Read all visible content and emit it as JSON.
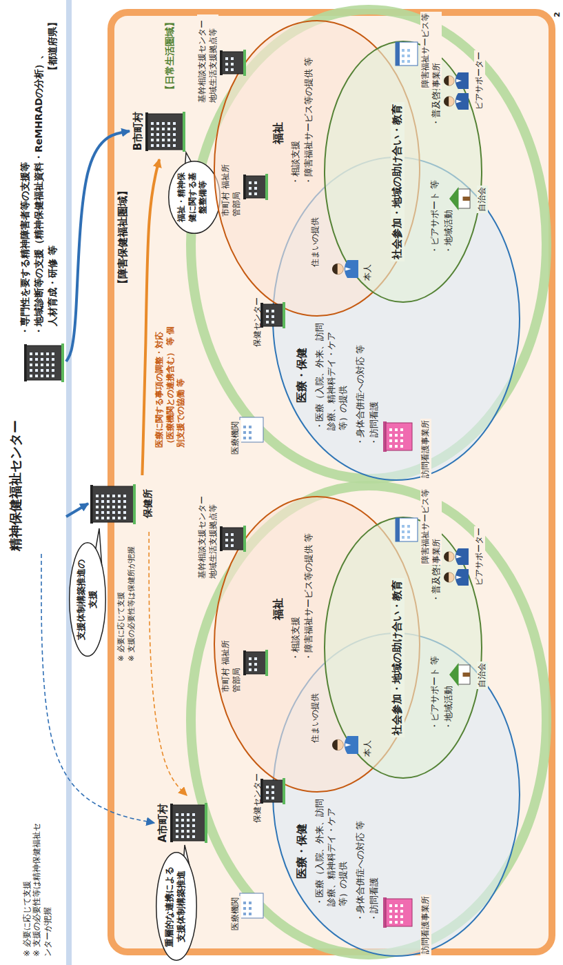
{
  "diagram": {
    "nodes": [
      {
        "text": [
          "精神保健福祉センター"
        ]
      },
      {
        "text": [
          "支援体制構築推進の支援"
        ]
      },
      {
        "text": [
          "【障害保健福祉圏域】"
        ]
      },
      {
        "text": [
          "保健所"
        ],
        "in": 2
      },
      {
        "text": [
          "重層的な連携による支援体制構築推進"
        ],
        "in": 2
      },
      {
        "text": [
          "A市町村"
        ],
        "in": 2
      },
      {
        "text": [
          "医療・保健",
          "・医療（入院、外来、訪問診療、精神科デイ・ケア等）の提供",
          "・身体合併症への対応 等",
          "・訪問看護"
        ],
        "in": 2
      },
      {
        "text": [
          "福祉",
          "・相談支援",
          "・障害福祉サービス等の提供 等"
        ],
        "in": 2
      },
      {
        "text": [
          "社会参加・地域の助け合い・教育",
          "・ピアサポート 等",
          "・地域活動",
          "・普及啓発"
        ],
        "in": 2
      },
      {
        "text": [
          "B市町村"
        ],
        "in": 2
      },
      {
        "text": [
          "福祉・精神保健に関する基盤整備等"
        ],
        "in": 2
      },
      {
        "text": [
          "医療・保健",
          "・医療（入院、外来、訪問診療、精神科デイ・ケア等）の提供",
          "・身体合併症への対応 等",
          "・訪問看護"
        ],
        "in": 2
      },
      {
        "text": [
          "福祉",
          "・相談支援",
          "・障害福祉サービス等の提供 等"
        ],
        "in": 2
      },
      {
        "text": [
          "社会参加・地域の助け合い・教育",
          "・ピアサポート 等",
          "・地域活動",
          "・普及啓発"
        ],
        "in": 2
      }
    ],
    "edges": [
      {
        "from": 0,
        "to": 3,
        "arrow": "to"
      },
      {
        "from": 0,
        "to": 5,
        "arrow": "to"
      },
      {
        "from": 0,
        "to": 9,
        "arrow": "to"
      },
      {
        "from": 3,
        "to": 5,
        "arrow": "to"
      },
      {
        "from": 3,
        "to": 9,
        "arrow": "to",
        "label": "医療に関する事項の調整・対応（医療機関との連携含む） 等 個別支援での協働 等"
      }
    ],
    "labels": [
      "※ 必要に応じて支援",
      "※ 支援の必要性等は精神保健福祉センターが把握",
      "・専門性を要する精神障害者等の支援等",
      "・地域診断等の支援（精神保健福祉資料・ReMHRADの分析）、",
      "人材育成・研修 等",
      "【都道府県】",
      "※ 必要に応じて支援",
      "※ 支援の必要性等は保健所が把握",
      "【日常生活圏域】",
      "医療機関",
      "保健センター",
      "市町村 福祉所管部局",
      "基幹相談支援センター 地域生活支援拠点等",
      "本人",
      "住まいの提供",
      "訪問看護事業所",
      "障害福祉サービス等 事業所",
      "自治会",
      "ピアサポーター",
      "医療機関",
      "保健センター",
      "市町村 福祉所管部局",
      "基幹相談支援センター 地域生活支援拠点等",
      "本人",
      "住まいの提供",
      "訪問看護事業所",
      "障害福祉サービス等 事業所",
      "自治会",
      "ピアサポーター",
      "2"
    ]
  }
}
